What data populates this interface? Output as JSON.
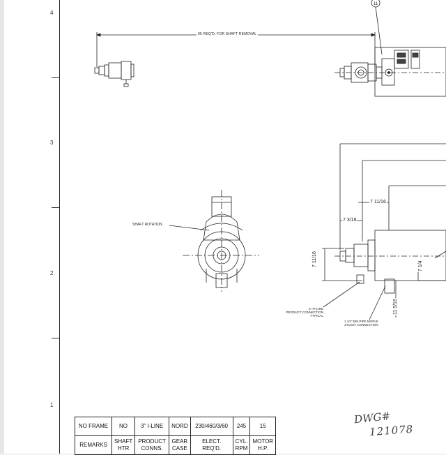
{
  "zones": {
    "z4": "4",
    "z3": "3",
    "z2": "2",
    "z1": "1"
  },
  "balloon": "11",
  "dimensions": {
    "shaft_removal": "95 REQ'D. FOR SHAFT REMOVAL",
    "d_7_11_16_h": "7 11/16",
    "d_7_3_16": "7 3/16",
    "d_7_11_16_v": "7 11/16",
    "d_7_1_4": "7 1/4",
    "d_11_5_16": "11 5/16"
  },
  "labels": {
    "shaft_rotation": "SHAFT ROTATION",
    "product_connection_1": "3\" FI-LINE",
    "product_connection_2": "PRODUCT CONNECTION",
    "product_connection_3": "TYPICAL",
    "jacket_connection_1": "1 1/2\" BW PIPE NIPPLE",
    "jacket_connection_2": "JACKET CONNECTION"
  },
  "handwritten": {
    "dwg_label": "DWG#",
    "dwg_number": "121078"
  },
  "title_block": {
    "row1": [
      "NO FRAME",
      "NO",
      "3\" I-LINE",
      "NORD",
      "230/460/3/60",
      "245",
      "15"
    ],
    "row2": [
      "REMARKS",
      "SHAFT HTR",
      "PRODUCT CONNS.",
      "GEAR CASE",
      "ELECT. REQ'D.",
      "CYL. RPM",
      "MOTOR H.P."
    ]
  }
}
